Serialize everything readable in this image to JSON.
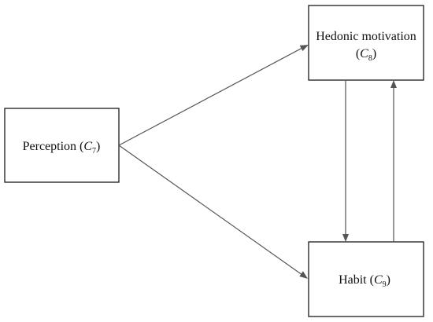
{
  "diagram": {
    "nodes": {
      "perception": {
        "label": "Perception (",
        "variable": "C",
        "subscript": "7",
        "close": ")"
      },
      "hedonic": {
        "label": "Hedonic motivation",
        "open": "(",
        "variable": "C",
        "subscript": "8",
        "close": ")"
      },
      "habit": {
        "label": "Habit (",
        "variable": "C",
        "subscript": "9",
        "close": ")"
      }
    },
    "edges": [
      {
        "from": "perception",
        "to": "hedonic"
      },
      {
        "from": "perception",
        "to": "habit"
      },
      {
        "from": "hedonic",
        "to": "habit"
      },
      {
        "from": "habit",
        "to": "hedonic"
      }
    ],
    "colors": {
      "box_border": "#1a1a1a",
      "arrow": "#555555",
      "text": "#111111",
      "background": "#ffffff"
    }
  }
}
